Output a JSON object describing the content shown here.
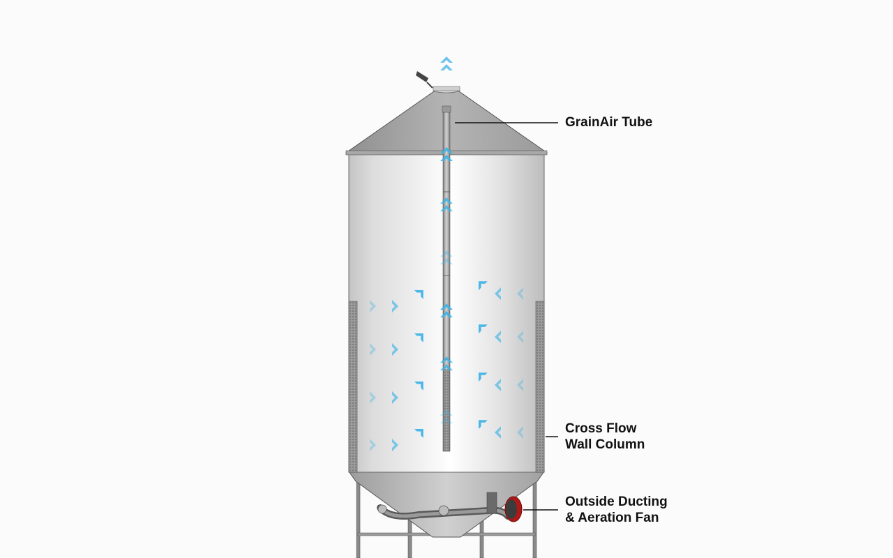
{
  "labels": {
    "grainair_tube": "GrainAir Tube",
    "cross_flow": [
      "Cross Flow",
      "Wall Column"
    ],
    "outside_ducting": [
      "Outside Ducting",
      "& Aeration Fan"
    ]
  },
  "colors": {
    "background": "#fbfbfb",
    "steel_light": "#f2f2f2",
    "steel_mid": "#c9c9c9",
    "steel_dark": "#8a8a8a",
    "airflow_arrow": "#3fb3e6",
    "leader_line": "#111111",
    "fan_red": "#b01818"
  },
  "icons": {
    "airflow": "chevron-arrow-icon"
  }
}
